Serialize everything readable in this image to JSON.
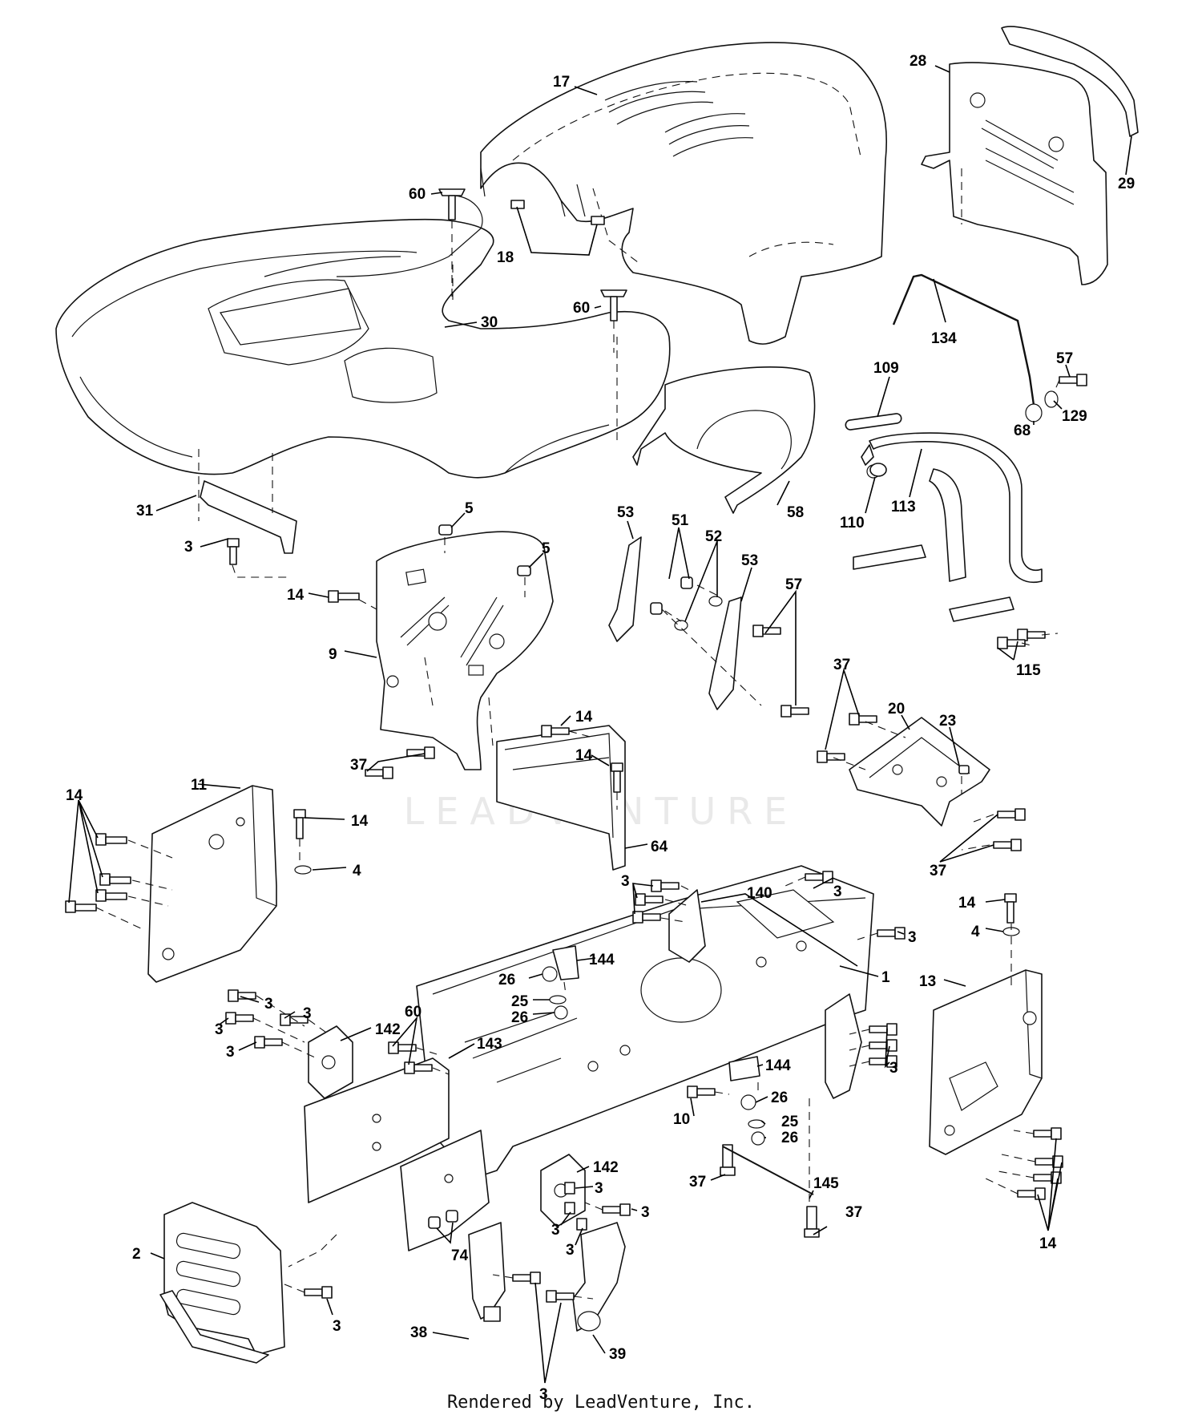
{
  "watermark": "LEADVENTURE",
  "footer": "Rendered by LeadVenture, Inc.",
  "parts": [
    {
      "id": "17",
      "label": "17"
    },
    {
      "id": "28",
      "label": "28"
    },
    {
      "id": "29",
      "label": "29"
    },
    {
      "id": "60a",
      "label": "60"
    },
    {
      "id": "18",
      "label": "18"
    },
    {
      "id": "60b",
      "label": "60"
    },
    {
      "id": "30",
      "label": "30"
    },
    {
      "id": "134",
      "label": "134"
    },
    {
      "id": "57a",
      "label": "57"
    },
    {
      "id": "129",
      "label": "129"
    },
    {
      "id": "68",
      "label": "68"
    },
    {
      "id": "109",
      "label": "109"
    },
    {
      "id": "110",
      "label": "110"
    },
    {
      "id": "113",
      "label": "113"
    },
    {
      "id": "58",
      "label": "58"
    },
    {
      "id": "31",
      "label": "31"
    },
    {
      "id": "3a",
      "label": "3"
    },
    {
      "id": "5a",
      "label": "5"
    },
    {
      "id": "5b",
      "label": "5"
    },
    {
      "id": "53a",
      "label": "53"
    },
    {
      "id": "51",
      "label": "51"
    },
    {
      "id": "52",
      "label": "52"
    },
    {
      "id": "53b",
      "label": "53"
    },
    {
      "id": "57b",
      "label": "57"
    },
    {
      "id": "14a",
      "label": "14"
    },
    {
      "id": "9",
      "label": "9"
    },
    {
      "id": "115",
      "label": "115"
    },
    {
      "id": "14b",
      "label": "14"
    },
    {
      "id": "37a",
      "label": "37"
    },
    {
      "id": "37b",
      "label": "37"
    },
    {
      "id": "20",
      "label": "20"
    },
    {
      "id": "23",
      "label": "23"
    },
    {
      "id": "14c",
      "label": "14"
    },
    {
      "id": "11",
      "label": "11"
    },
    {
      "id": "14d",
      "label": "14"
    },
    {
      "id": "14e",
      "label": "14"
    },
    {
      "id": "4a",
      "label": "4"
    },
    {
      "id": "64",
      "label": "64"
    },
    {
      "id": "37c",
      "label": "37"
    },
    {
      "id": "3b",
      "label": "3"
    },
    {
      "id": "140",
      "label": "140"
    },
    {
      "id": "3c",
      "label": "3"
    },
    {
      "id": "14f",
      "label": "14"
    },
    {
      "id": "4b",
      "label": "4"
    },
    {
      "id": "3d",
      "label": "3"
    },
    {
      "id": "144a",
      "label": "144"
    },
    {
      "id": "1",
      "label": "1"
    },
    {
      "id": "13",
      "label": "13"
    },
    {
      "id": "26a",
      "label": "26"
    },
    {
      "id": "25a",
      "label": "25"
    },
    {
      "id": "26b",
      "label": "26"
    },
    {
      "id": "3e",
      "label": "3"
    },
    {
      "id": "3f",
      "label": "3"
    },
    {
      "id": "60c",
      "label": "60"
    },
    {
      "id": "142a",
      "label": "142"
    },
    {
      "id": "3g",
      "label": "3"
    },
    {
      "id": "143",
      "label": "143"
    },
    {
      "id": "3h",
      "label": "3"
    },
    {
      "id": "3i",
      "label": "3"
    },
    {
      "id": "144b",
      "label": "144"
    },
    {
      "id": "26c",
      "label": "26"
    },
    {
      "id": "10",
      "label": "10"
    },
    {
      "id": "25b",
      "label": "25"
    },
    {
      "id": "26d",
      "label": "26"
    },
    {
      "id": "142b",
      "label": "142"
    },
    {
      "id": "37d",
      "label": "37"
    },
    {
      "id": "145",
      "label": "145"
    },
    {
      "id": "3j",
      "label": "3"
    },
    {
      "id": "3k",
      "label": "3"
    },
    {
      "id": "37e",
      "label": "37"
    },
    {
      "id": "3l",
      "label": "3"
    },
    {
      "id": "3m",
      "label": "3"
    },
    {
      "id": "14g",
      "label": "14"
    },
    {
      "id": "2",
      "label": "2"
    },
    {
      "id": "74",
      "label": "74"
    },
    {
      "id": "3n",
      "label": "3"
    },
    {
      "id": "38",
      "label": "38"
    },
    {
      "id": "39",
      "label": "39"
    },
    {
      "id": "3o",
      "label": "3"
    }
  ]
}
